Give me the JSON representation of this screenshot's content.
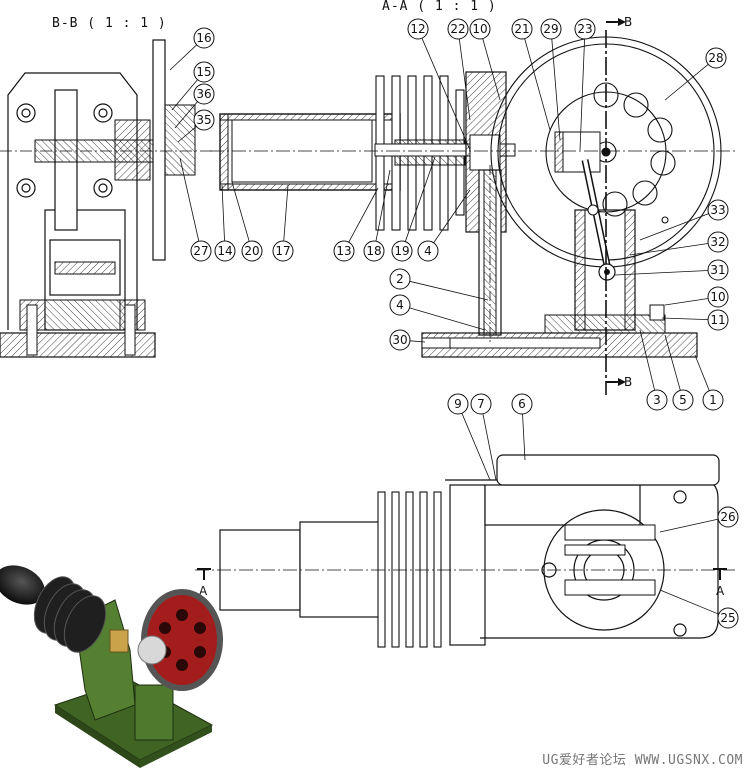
{
  "views": {
    "section_bb": {
      "title": "B-B ( 1 : 1 )"
    },
    "section_aa": {
      "title": "A-A ( 1 : 1 )"
    }
  },
  "cut_marks": {
    "b_top": "B",
    "b_bottom": "B",
    "a_left": "A",
    "a_right": "A"
  },
  "balloons_bb": [
    "16",
    "15",
    "36",
    "35",
    "27",
    "14",
    "20",
    "17"
  ],
  "balloons_aa": [
    "12",
    "22",
    "10",
    "21",
    "29",
    "23",
    "28",
    "13",
    "18",
    "19",
    "4",
    "33",
    "32",
    "31",
    "2",
    "4",
    "10",
    "11",
    "30",
    "3",
    "5",
    "1"
  ],
  "balloons_top": [
    "9",
    "7",
    "6",
    "26",
    "25"
  ],
  "watermark": "UG爱好者论坛 WWW.UGSNX.COM",
  "colors": {
    "line": "#111111",
    "hatch": "#111111",
    "render_green": "#4f7a2e",
    "render_red": "#a31d1d",
    "render_black": "#1a1a1a",
    "render_brass": "#c9a24a"
  }
}
